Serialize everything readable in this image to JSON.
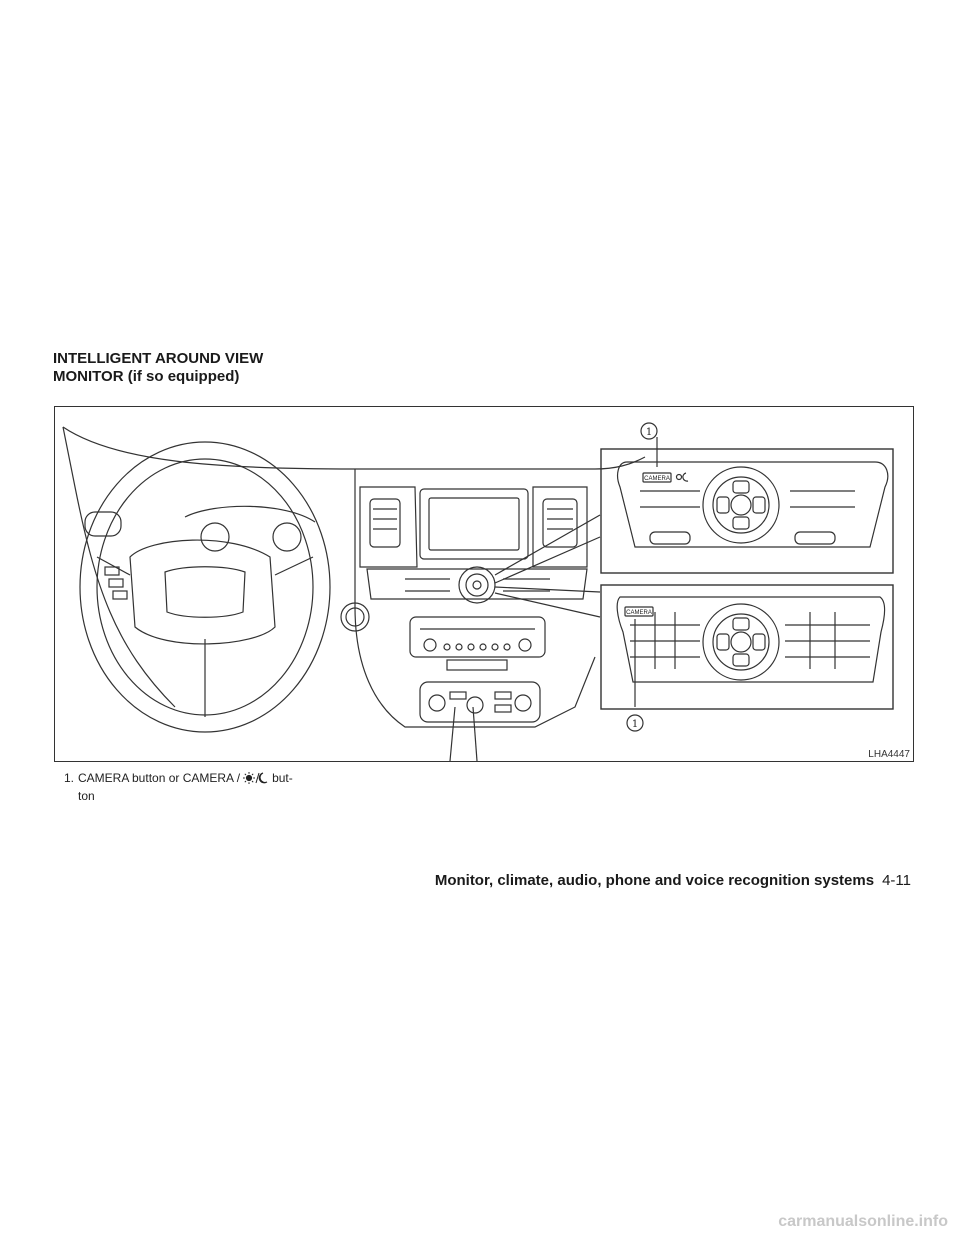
{
  "section": {
    "title_line1": "INTELLIGENT AROUND VIEW",
    "title_line2": "MONITOR (if so equipped)"
  },
  "figure": {
    "code": "LHA4447",
    "callout_top": "1",
    "callout_bottom": "1",
    "button_label_top": "CAMERA",
    "button_label_bottom": "CAMERA"
  },
  "caption": {
    "number": "1.",
    "text_before_icon": "CAMERA button or CAMERA /",
    "text_after_icon": "but-",
    "text_line2": "ton",
    "icon": "sun-moon-icon"
  },
  "footer": {
    "title": "Monitor, climate, audio, phone and voice recognition systems",
    "page": "4-11"
  },
  "watermark": "carmanualsonline.info"
}
